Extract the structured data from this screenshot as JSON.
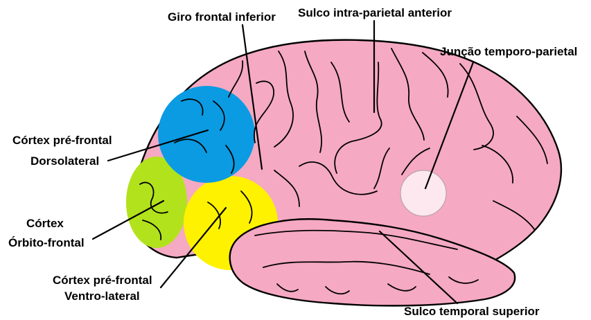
{
  "labels": {
    "giro_frontal_inferior": "Giro frontal inferior",
    "sulco_intra_parietal_anterior": "Sulco intra-parietal anterior",
    "juncao_temporo_parietal": "Junção temporo-parietal",
    "cortex_dorsolateral_line1": "Córtex pré-frontal",
    "cortex_dorsolateral_line2": "Dorsolateral",
    "cortex_orbito_line1": "Córtex",
    "cortex_orbito_line2": "Órbito-frontal",
    "cortex_ventrolateral_line1": "Córtex pré-frontal",
    "cortex_ventrolateral_line2": "Ventro-lateral",
    "sulco_temporal_superior": "Sulco temporal superior"
  },
  "colors": {
    "brain": "#f5a9c2",
    "dorsolateral_region": "#0a9be3",
    "orbitofrontal_region": "#b2e21c",
    "ventrolateral_region": "#fff200",
    "temporo_parietal_region": "#fde8ef",
    "outline": "#000000"
  }
}
